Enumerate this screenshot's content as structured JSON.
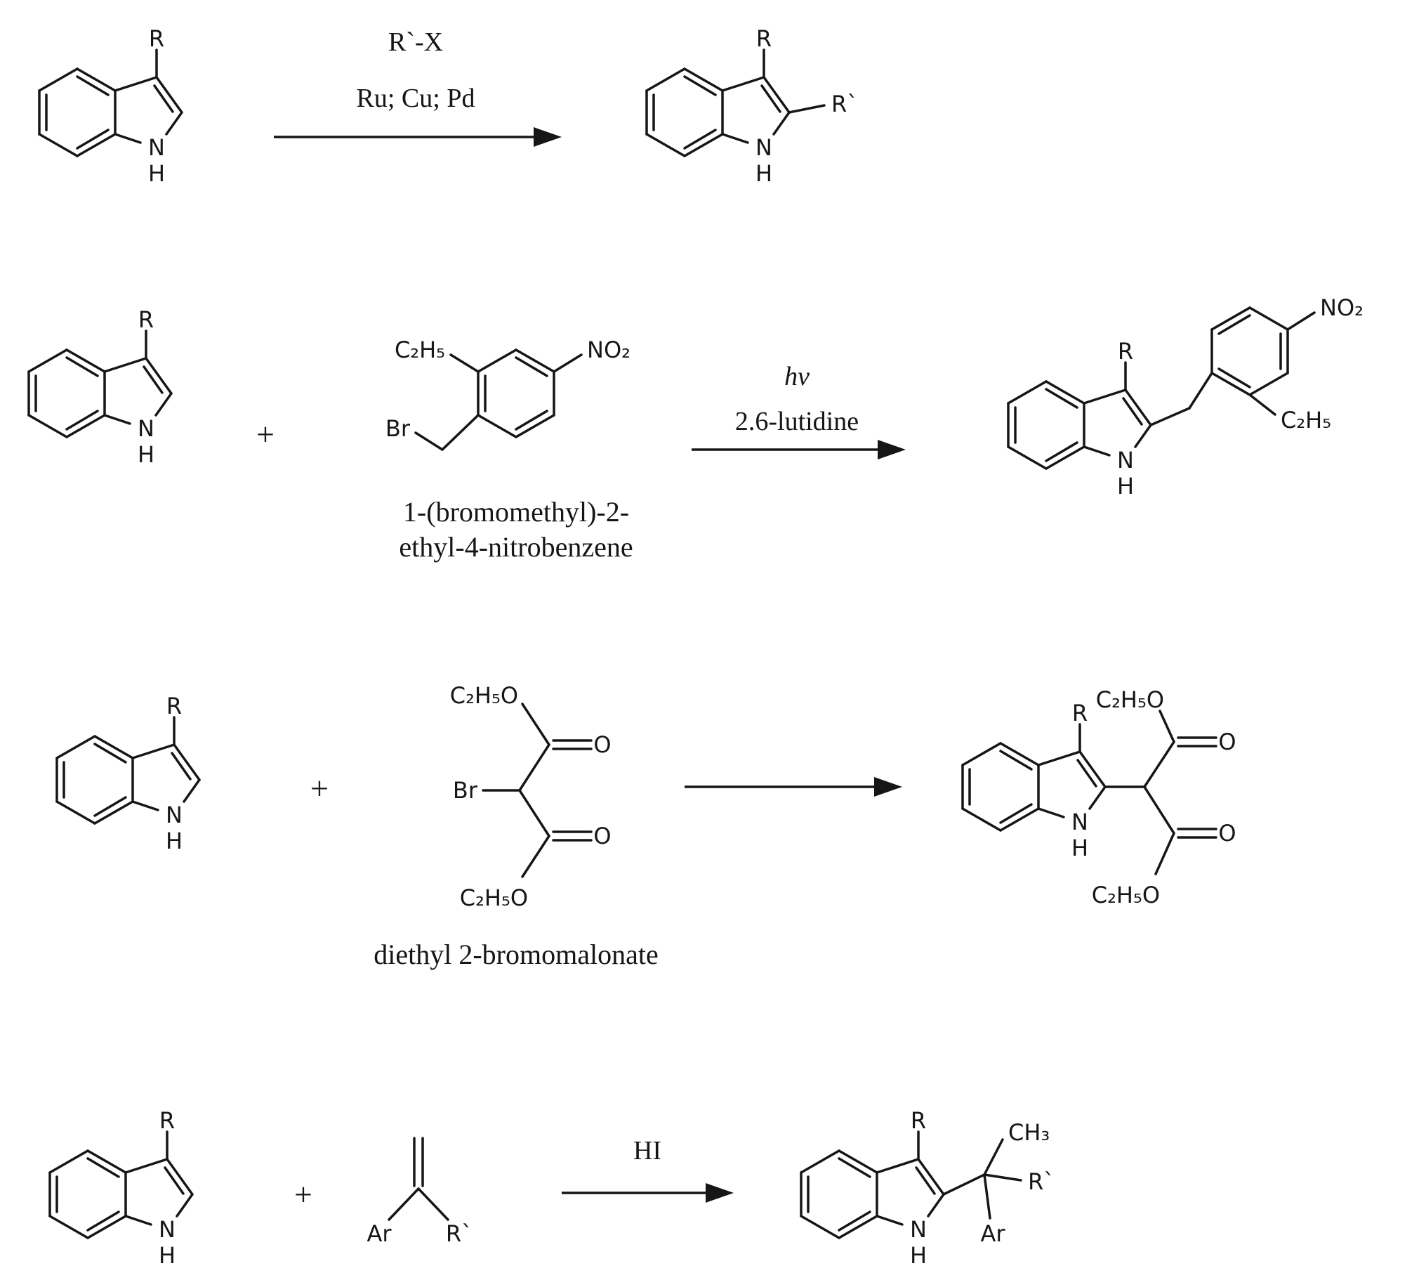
{
  "page": {
    "background": "#ffffff",
    "ink_color": "#161616"
  },
  "labels": {
    "R": "R",
    "R_prime": "R`",
    "N": "N",
    "H": "H",
    "plus": "+",
    "Br": "Br",
    "O": "O",
    "Ar": "Ar",
    "NO2": "NO₂",
    "C2H5": "C₂H₅",
    "C2H5O": "C₂H₅O",
    "CH3": "CH₃"
  },
  "reactions": [
    {
      "conditions_line1": "R`-X",
      "conditions_line2": "Ru; Cu; Pd"
    },
    {
      "conditions_line1": "hv",
      "conditions_line2": "2.6-lutidine",
      "reagent_name_line1": "1-(bromomethyl)-2-",
      "reagent_name_line2": "ethyl-4-nitrobenzene"
    },
    {
      "reagent_name": "diethyl 2-bromomalonate"
    },
    {
      "conditions_line1": "HI"
    }
  ]
}
